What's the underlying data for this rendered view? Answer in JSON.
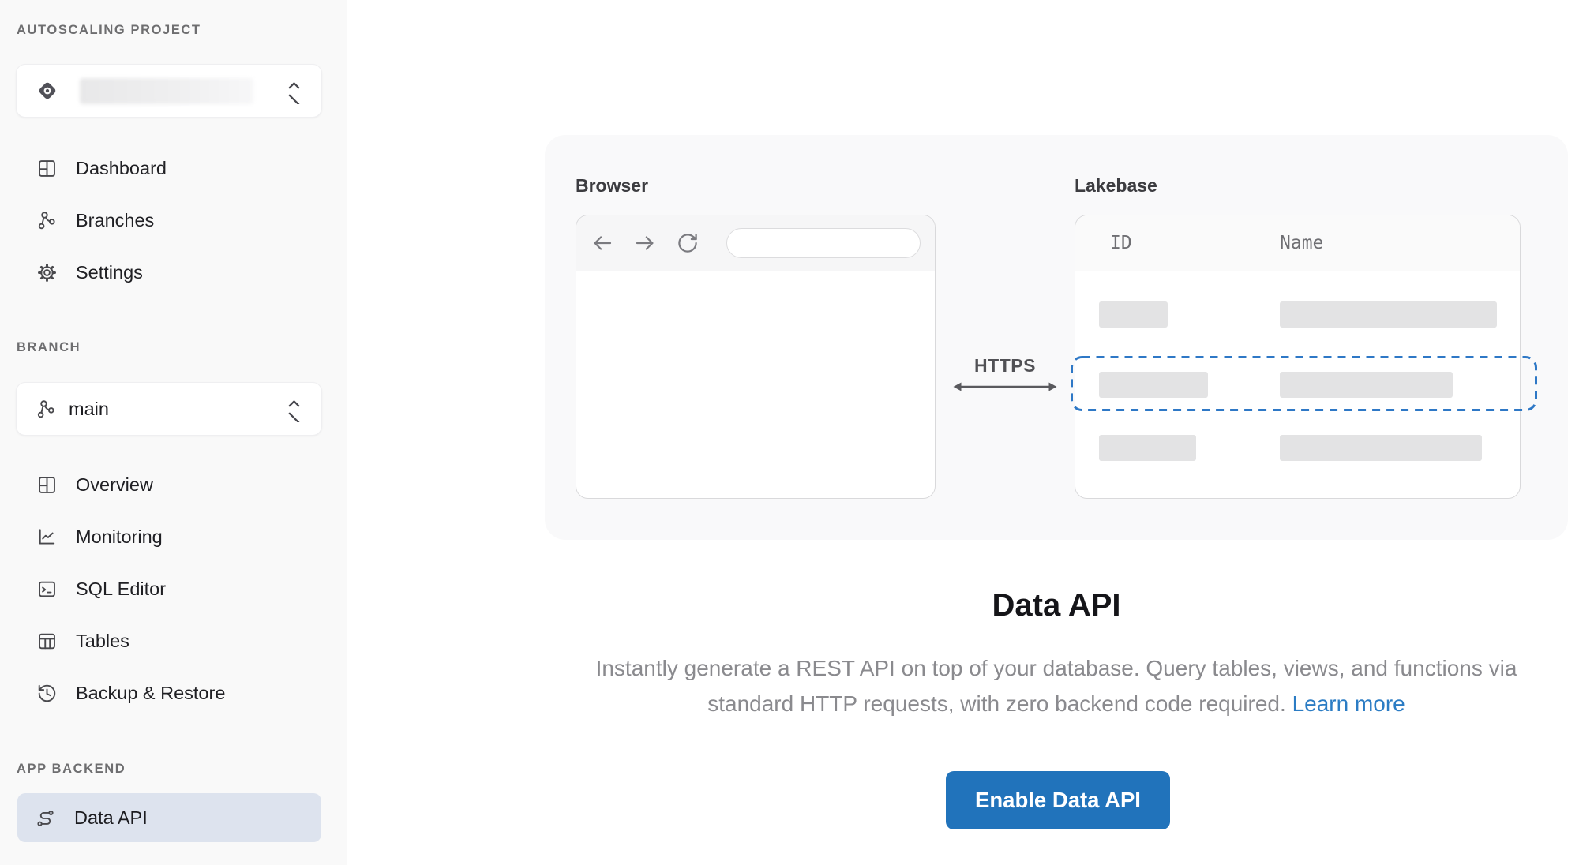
{
  "sidebar": {
    "project_section": "AUTOSCALING PROJECT",
    "branch_section": "BRANCH",
    "app_backend_section": "APP BACKEND",
    "branch_value": "main",
    "nav": {
      "dashboard": "Dashboard",
      "branches": "Branches",
      "settings": "Settings",
      "overview": "Overview",
      "monitoring": "Monitoring",
      "sql_editor": "SQL Editor",
      "tables": "Tables",
      "backup_restore": "Backup & Restore",
      "data_api": "Data API"
    }
  },
  "illustration": {
    "browser_label": "Browser",
    "lakebase_label": "Lakebase",
    "https_label": "HTTPS",
    "table_columns": {
      "id": "ID",
      "name": "Name"
    }
  },
  "content": {
    "title": "Data API",
    "description_line1": "Instantly generate a REST API on top of your database. Query tables, views, and functions via",
    "description_line2": "standard HTTP requests, with zero backend code required.",
    "learn_more": "Learn more",
    "enable_button": "Enable Data API"
  },
  "colors": {
    "accent_blue": "#2173bb",
    "link_blue": "#2b7cc4",
    "dashed_selection_blue": "#2e78c6",
    "selected_item_bg": "#dde3ee",
    "sidebar_bg": "#f9f9f9",
    "panel_bg": "#f9f9fa",
    "placeholder_bar": "#e3e3e4"
  }
}
